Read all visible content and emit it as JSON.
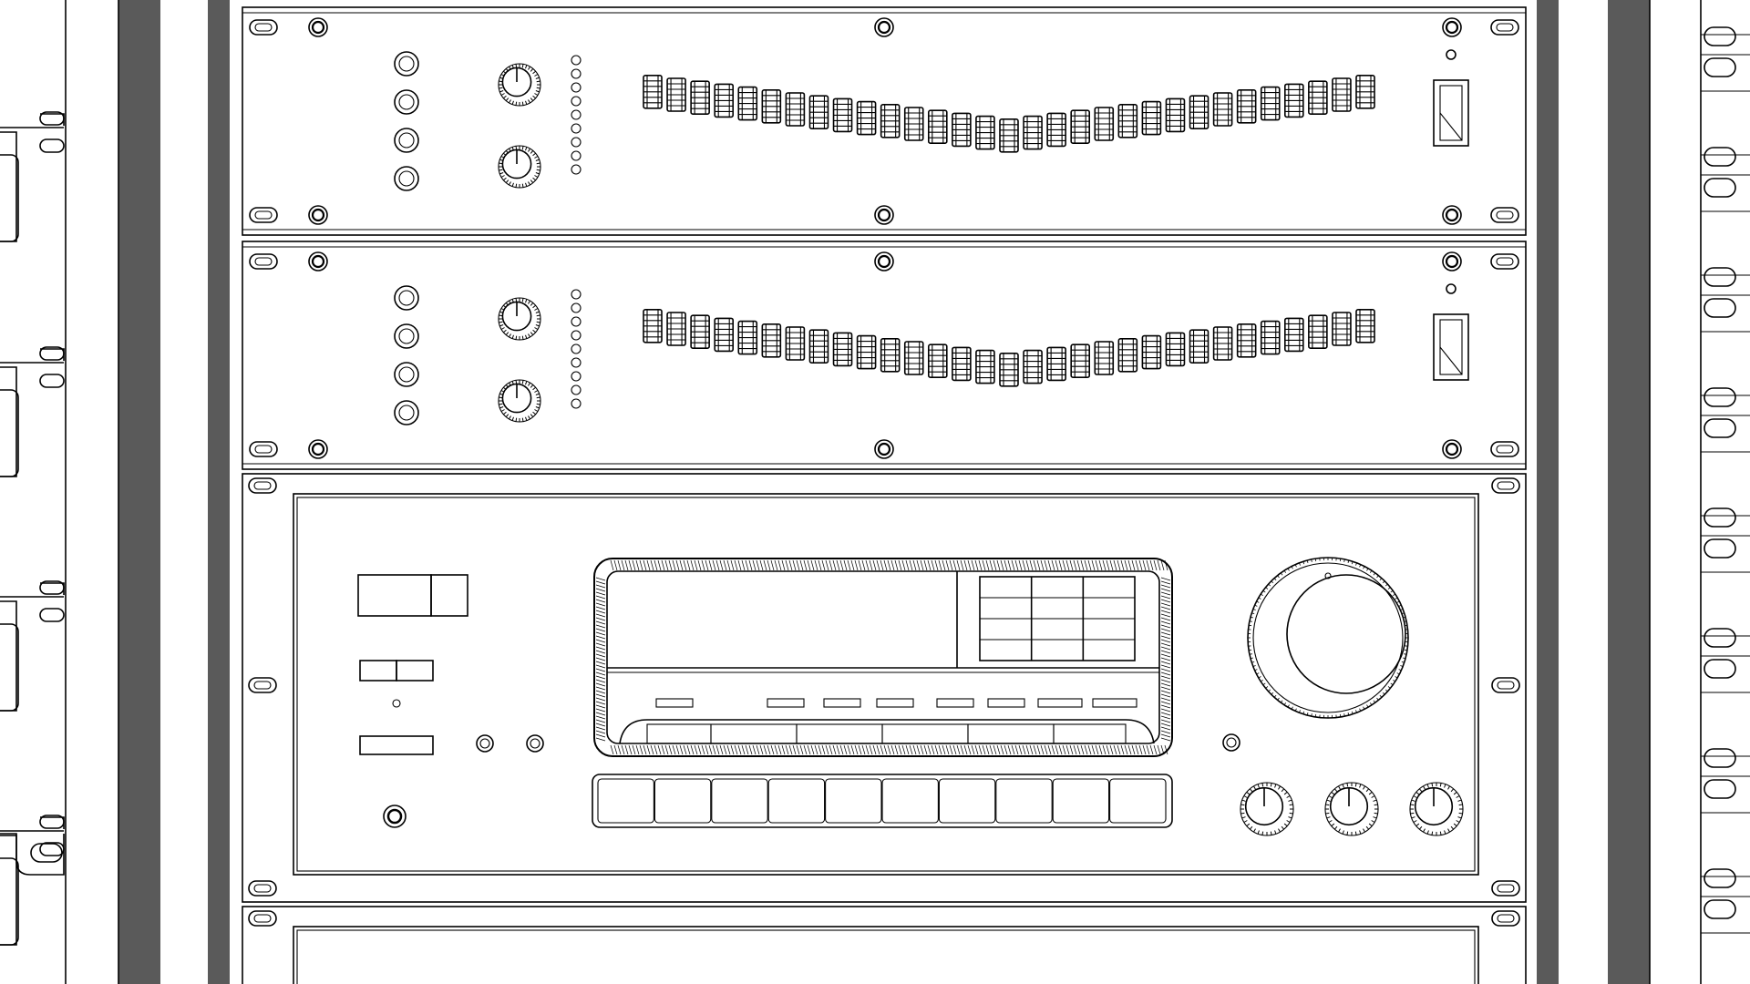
{
  "scene": {
    "subject": "",
    "style": "line-art",
    "colors": {
      "background": "#ffffff",
      "line": "#000000",
      "rail": "#5a5a5a"
    }
  },
  "equalizers": [
    {
      "id": "eq-unit-1",
      "bands": 31,
      "fader_levels": [
        0.84,
        0.8,
        0.76,
        0.72,
        0.68,
        0.64,
        0.6,
        0.56,
        0.52,
        0.48,
        0.44,
        0.4,
        0.36,
        0.32,
        0.28,
        0.24,
        0.28,
        0.32,
        0.36,
        0.4,
        0.44,
        0.48,
        0.52,
        0.56,
        0.6,
        0.64,
        0.68,
        0.72,
        0.76,
        0.8,
        0.84
      ],
      "buttons": 4,
      "knobs": 2,
      "leds": 9,
      "power_switch": "off"
    },
    {
      "id": "eq-unit-2",
      "bands": 31,
      "fader_levels": [
        0.84,
        0.8,
        0.76,
        0.72,
        0.68,
        0.64,
        0.6,
        0.56,
        0.52,
        0.48,
        0.44,
        0.4,
        0.36,
        0.32,
        0.28,
        0.24,
        0.28,
        0.32,
        0.36,
        0.4,
        0.44,
        0.48,
        0.52,
        0.56,
        0.6,
        0.64,
        0.68,
        0.72,
        0.76,
        0.8,
        0.84
      ],
      "buttons": 4,
      "knobs": 2,
      "leds": 9,
      "power_switch": "off"
    }
  ],
  "receiver": {
    "id": "receiver-unit",
    "display_grid": {
      "columns": 3,
      "rows": 4
    },
    "indicators": 8,
    "function_buttons": 10,
    "display_tabs": 6,
    "small_knobs": 2,
    "bottom_knobs": 3
  },
  "icons": {
    "screw": "screw-icon",
    "knob": "knob-icon",
    "led": "led-icon",
    "switch": "rocker-switch-icon"
  }
}
